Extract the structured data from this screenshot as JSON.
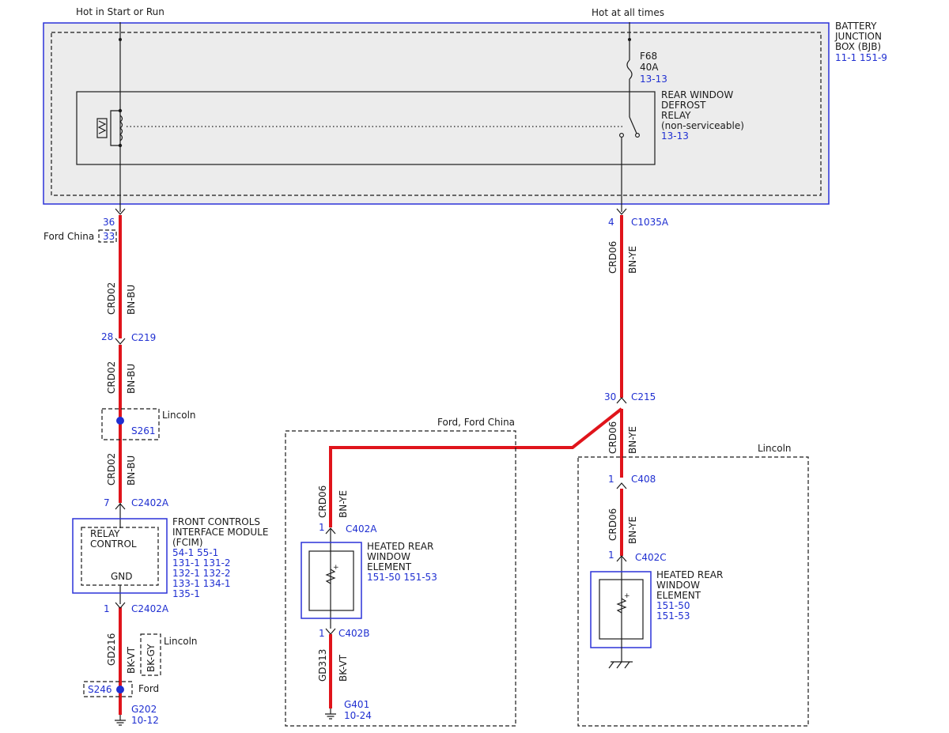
{
  "power": {
    "left": "Hot in Start or Run",
    "right": "Hot at all times"
  },
  "bjb": {
    "name_lines": [
      "BATTERY",
      "JUNCTION",
      "BOX (BJB)"
    ],
    "ref": "11-1   151-9"
  },
  "fuse": {
    "name": "F68",
    "rating": "40A",
    "ref": "13-13"
  },
  "relay": {
    "name_lines": [
      "REAR WINDOW",
      "DEFROST",
      "RELAY",
      "(non-serviceable)"
    ],
    "ref": "13-13"
  },
  "left_circuit": {
    "pin_36": "36",
    "variant_ford_china": "Ford China",
    "pin_33": "33",
    "wire1_circuit": "CRD02",
    "wire1_color": "BN-BU",
    "pin_28": "28",
    "conn_c219": "C219",
    "wire2_circuit": "CRD02",
    "wire2_color": "BN-BU",
    "variant_lincoln_s261": "Lincoln",
    "splice_s261": "S261",
    "wire3_circuit": "CRD02",
    "wire3_color": "BN-BU",
    "pin_7": "7",
    "conn_c2402a_top": "C2402A",
    "pin_1": "1",
    "conn_c2402a_bottom": "C2402A",
    "wire4_circuit": "GD216",
    "wire4_color": "BK-VT",
    "wire4_alt_color": "BK-GY",
    "variant_lincoln_gd": "Lincoln",
    "splice_s246": "S246",
    "variant_ford": "Ford",
    "ground_g202": "G202",
    "ground_g202_ref": "10-12"
  },
  "fcim": {
    "name_lines": [
      "FRONT CONTROLS",
      "INTERFACE MODULE",
      "(FCIM)"
    ],
    "refs": [
      "54-1  55-1",
      "131-1 131-2",
      "132-1 132-2",
      "133-1 134-1",
      "135-1"
    ],
    "relay_control_lines": [
      "RELAY",
      "CONTROL"
    ],
    "gnd": "GND"
  },
  "right_circuit": {
    "pin_4": "4",
    "conn_c1035a": "C1035A",
    "wire1_circuit": "CRD06",
    "wire1_color": "BN-YE",
    "pin_30": "30",
    "conn_c215": "C215",
    "wire2_circuit": "CRD06",
    "wire2_color": "BN-YE",
    "pin_1_c408": "1",
    "conn_c408": "C408",
    "wire3_circuit": "CRD06",
    "wire3_color": "BN-YE",
    "pin_1_c402c": "1",
    "conn_c402c": "C402C"
  },
  "ford_box": {
    "label": "Ford, Ford China",
    "wire_circuit": "CRD06",
    "wire_color": "BN-YE",
    "pin_1_top": "1",
    "conn_c402a": "C402A",
    "element_lines": [
      "HEATED REAR",
      "WINDOW",
      "ELEMENT"
    ],
    "element_ref": "151-50 151-53",
    "pin_1_bottom": "1",
    "conn_c402b": "C402B",
    "ground_wire_circuit": "GD313",
    "ground_wire_color": "BK-VT",
    "ground": "G401",
    "ground_ref": "10-24"
  },
  "lincoln_box": {
    "label": "Lincoln",
    "element_lines": [
      "HEATED REAR",
      "WINDOW",
      "ELEMENT"
    ],
    "element_refs": [
      "151-50",
      "151-53"
    ]
  },
  "colors": {
    "wire": "#e0141b",
    "reference_blue": "#1f2fd1",
    "box_blue": "#2b32d9"
  }
}
